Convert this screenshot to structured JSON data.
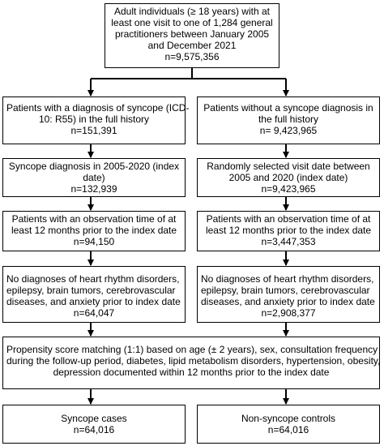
{
  "boxes": {
    "top": {
      "lines": [
        "Adult individuals (≥ 18 years) with at",
        "least one visit to one of 1,284 general",
        "practitioners between January 2005",
        "and December 2021",
        "n=9,575,356"
      ]
    },
    "left1": {
      "lines": [
        "Patients with a diagnosis of syncope (ICD-",
        "10: R55) in the full history",
        "n=151,391"
      ]
    },
    "right1": {
      "lines": [
        "Patients without a syncope diagnosis in",
        "the full history",
        "n= 9,423,965"
      ]
    },
    "left2": {
      "lines": [
        "Syncope diagnosis in 2005-2020 (index",
        "date)",
        "n=132,939"
      ]
    },
    "right2": {
      "lines": [
        "Randomly selected visit date between",
        "2005 and 2020 (index date)",
        "n=9,423,965"
      ]
    },
    "left3": {
      "lines": [
        "Patients with an observation time of at",
        "least 12 months prior to the index date",
        "n=94,150"
      ]
    },
    "right3": {
      "lines": [
        "Patients with an observation time of at",
        "least 12 months prior to the index date",
        "n=3,447,353"
      ]
    },
    "left4": {
      "lines": [
        "No diagnoses of heart rhythm disorders,",
        "epilepsy, brain tumors, cerebrovascular",
        "diseases, and anxiety prior to index date",
        "n=64,047"
      ]
    },
    "right4": {
      "lines": [
        "No diagnoses of heart rhythm disorders,",
        "epilepsy, brain tumors, cerebrovascular",
        "diseases, and anxiety prior to  index date",
        "n=2,908,377"
      ]
    },
    "matching": {
      "lines": [
        "Propensity score matching (1:1) based on age (± 2 years), sex, consultation frequency",
        "during the follow-up period, diabetes, lipid metabolism disorders, hypertension, obesity,",
        "depression documented within 12 months prior to the index date"
      ]
    },
    "left5": {
      "lines": [
        "Syncope cases",
        "n=64,016"
      ]
    },
    "right5": {
      "lines": [
        "Non-syncope controls",
        "n=64,016"
      ]
    }
  }
}
